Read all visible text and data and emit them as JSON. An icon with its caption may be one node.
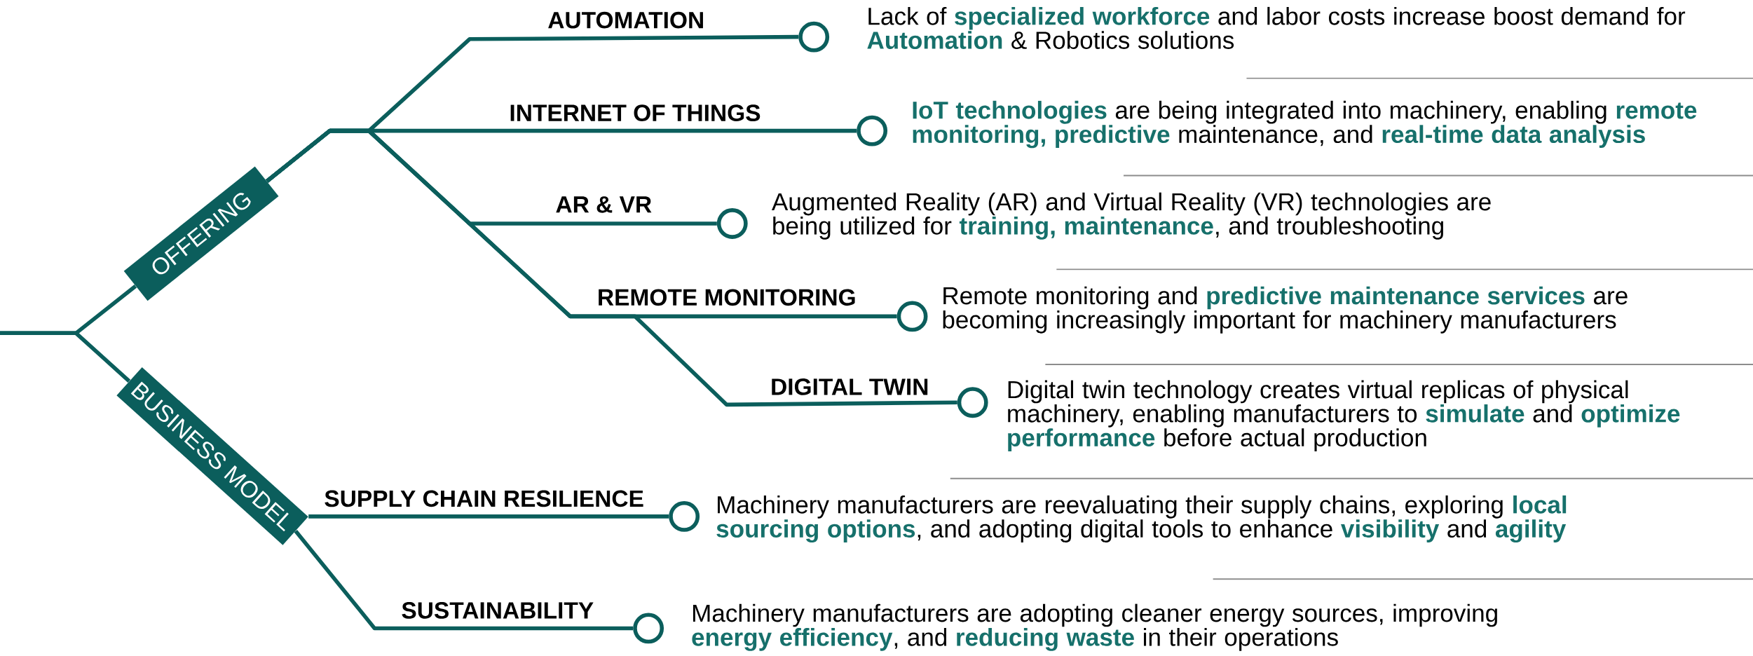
{
  "diagram": {
    "nodes": [
      {
        "text": [
          "OFFERING"
        ]
      },
      {
        "text": [
          "BUSINESS MODEL"
        ]
      },
      {
        "text": [],
        "shape": "circle",
        "beside": [
          "Lack of **specialized workforce** and labor costs increase boost demand for **Automation** & Robotics solutions"
        ]
      },
      {
        "text": [],
        "shape": "circle",
        "beside": [
          "**IoT technologies** are being integrated into machinery, enabling **remote monitoring, predictive** maintenance, and **real-time data analysis**"
        ]
      },
      {
        "text": [],
        "shape": "circle",
        "beside": [
          "Augmented Reality (AR) and Virtual Reality (VR) technologies are being utilized for **training, maintenance**, and troubleshooting"
        ]
      },
      {
        "text": [],
        "shape": "circle",
        "beside": [
          "Remote monitoring and **predictive maintenance services** are becoming increasingly important for machinery manufacturers"
        ]
      },
      {
        "text": [],
        "shape": "circle",
        "beside": [
          "Digital twin technology creates virtual replicas of physical machinery, enabling manufacturers to **simulate** and **optimize performance** before actual production"
        ]
      },
      {
        "text": [],
        "shape": "circle",
        "beside": [
          "Machinery manufacturers are reevaluating their supply chains, exploring **local sourcing options**, and adopting digital tools to enhance **visibility** and **agility**"
        ]
      },
      {
        "text": [],
        "shape": "circle",
        "beside": [
          "Machinery manufacturers are adopting cleaner energy sources, improving **energy efficiency**, and **reducing waste** in their operations"
        ]
      }
    ],
    "edges": [
      {
        "from": null,
        "to": 0,
        "arrow": "none"
      },
      {
        "from": null,
        "to": 1,
        "arrow": "none"
      },
      {
        "from": 0,
        "to": 2,
        "arrow": "none",
        "label": "AUTOMATION"
      },
      {
        "from": 0,
        "to": 3,
        "arrow": "none",
        "label": "INTERNET OF THINGS"
      },
      {
        "from": 0,
        "to": 4,
        "arrow": "none",
        "label": "AR & VR"
      },
      {
        "from": 0,
        "to": 5,
        "arrow": "none",
        "label": "REMOTE MONITORING"
      },
      {
        "from": 0,
        "to": 6,
        "arrow": "none",
        "label": "DIGITAL TWIN"
      },
      {
        "from": 1,
        "to": 7,
        "arrow": "none",
        "label": "SUPPLY CHAIN RESILIENCE"
      },
      {
        "from": 1,
        "to": 8,
        "arrow": "none",
        "label": "SUSTAINABILITY"
      }
    ]
  }
}
